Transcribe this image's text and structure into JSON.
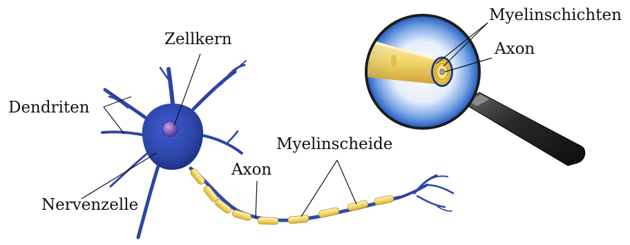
{
  "labels": {
    "dendrites": "Dendriten",
    "nucleus": "Zellkern",
    "nerve_cell": "Nervenzelle",
    "axon": "Axon",
    "myelin_sheath": "Myelinscheide",
    "myelin_layers": "Myelinschichten",
    "zoom_axon": "Axon"
  },
  "colors": {
    "cell_body": "#2b44a6",
    "cell_dark": "#16287a",
    "nucleus": "#7a58b8",
    "myelin": "#f2d35c",
    "myelin_highlight": "#fff6cc",
    "axon_core": "#2f4bb0",
    "lens_blue": "#2a62c4",
    "handle": "#1c1c1c"
  },
  "icons": {
    "magnifier": "magnifying-glass-icon"
  }
}
